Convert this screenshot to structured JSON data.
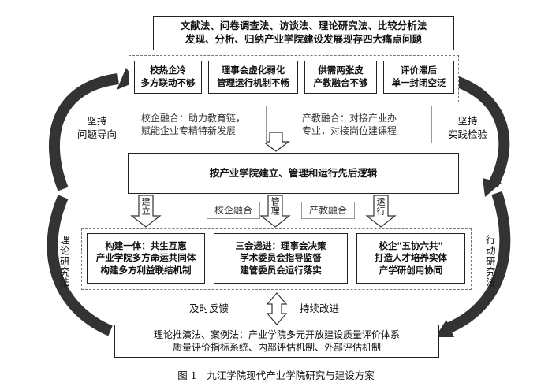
{
  "top_box": {
    "line1": "文献法、问卷调查法、访谈法、理论研究法、比较分析法",
    "line2": "发现、分析、归纳产业学院建设发展现存四大痛点问题"
  },
  "problems": [
    {
      "line1": "校热企冷",
      "line2": "多方联动不够"
    },
    {
      "line1": "理事会虚化弱化",
      "line2": "管理运行机制不畅"
    },
    {
      "line1": "供需两张皮",
      "line2": "产教融合不够"
    },
    {
      "line1": "评价滞后",
      "line2": "单一封闭空泛"
    }
  ],
  "fusion_left": {
    "line1": "校企融合：助力教育链，",
    "line2": "赋能企业专精特新发展"
  },
  "fusion_right": {
    "line1": "产教融合：对接产业办",
    "line2": "专业，对接岗位建课程"
  },
  "center_box": "按产业学院建立、管理和运行先后逻辑",
  "side_left_top": {
    "line1": "坚持",
    "line2": "问题导向"
  },
  "side_right_top": {
    "line1": "坚持",
    "line2": "实践检验"
  },
  "side_left_bottom": "理论研究法",
  "side_right_bottom": "行动研究法",
  "stage_labels": {
    "build": "建立",
    "manage": "管理",
    "run": "运行"
  },
  "mid_labels": {
    "school_enterprise": "校企融合",
    "industry_education": "产教融合"
  },
  "solutions": [
    {
      "line1": "构建一体：共生互惠",
      "line2": "产业学院多方命运共同体",
      "line3": "构建多方利益联结机制"
    },
    {
      "line1": "三会递进：理事会决策",
      "line2": "学术委员会指导监督",
      "line3": "建管委员会运行落实"
    },
    {
      "line1": "校企\"五协六共\"",
      "line2": "打造人才培养实体",
      "line3": "产学研创用协同"
    }
  ],
  "feedback_left": "及时反馈",
  "feedback_right": "持续改进",
  "bottom_box": {
    "line1": "理论推演法、案例法：产业学院多元开放建设质量评价体系",
    "line2": "质量评价指标系统、内部评估机制、外部评估机制"
  },
  "caption": "图 1　九江学院现代产业学院研究与建设方案"
}
